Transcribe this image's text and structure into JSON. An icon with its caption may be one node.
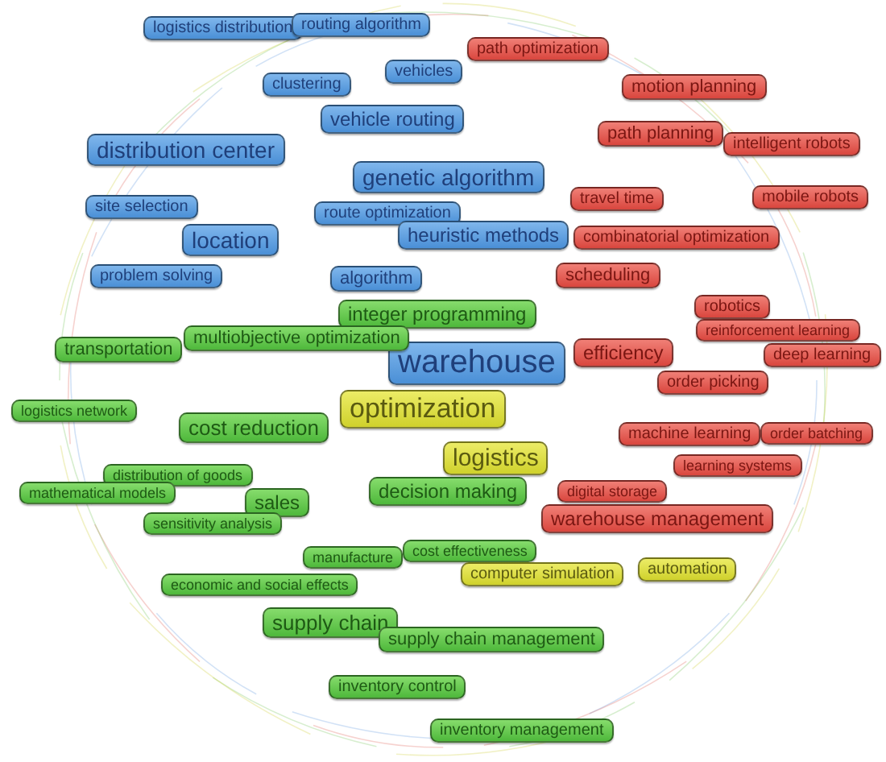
{
  "diagram": {
    "nodes": [
      {
        "text": [
          "logistics distribution"
        ]
      },
      {
        "text": [
          "routing algorithm"
        ]
      },
      {
        "text": [
          "clustering"
        ]
      },
      {
        "text": [
          "vehicles"
        ]
      },
      {
        "text": [
          "vehicle routing"
        ]
      },
      {
        "text": [
          "distribution center"
        ]
      },
      {
        "text": [
          "genetic algorithm"
        ]
      },
      {
        "text": [
          "site selection"
        ]
      },
      {
        "text": [
          "route optimization"
        ]
      },
      {
        "text": [
          "location"
        ]
      },
      {
        "text": [
          "heuristic methods"
        ]
      },
      {
        "text": [
          "problem solving"
        ]
      },
      {
        "text": [
          "algorithm"
        ]
      },
      {
        "text": [
          "warehouse"
        ]
      },
      {
        "text": [
          "integer programming"
        ]
      },
      {
        "text": [
          "multiobjective optimization"
        ]
      },
      {
        "text": [
          "transportation"
        ]
      },
      {
        "text": [
          "path optimization"
        ]
      },
      {
        "text": [
          "motion planning"
        ]
      },
      {
        "text": [
          "path planning"
        ]
      },
      {
        "text": [
          "intelligent robots"
        ]
      },
      {
        "text": [
          "travel time"
        ]
      },
      {
        "text": [
          "mobile robots"
        ]
      },
      {
        "text": [
          "combinatorial optimization"
        ]
      },
      {
        "text": [
          "scheduling"
        ]
      },
      {
        "text": [
          "robotics"
        ]
      },
      {
        "text": [
          "reinforcement learning"
        ]
      },
      {
        "text": [
          "deep learning"
        ]
      },
      {
        "text": [
          "efficiency"
        ]
      },
      {
        "text": [
          "order picking"
        ]
      },
      {
        "text": [
          "optimization"
        ]
      },
      {
        "text": [
          "logistics network"
        ]
      },
      {
        "text": [
          "cost reduction"
        ]
      },
      {
        "text": [
          "machine learning"
        ]
      },
      {
        "text": [
          "order batching"
        ]
      },
      {
        "text": [
          "learning systems"
        ]
      },
      {
        "text": [
          "logistics"
        ]
      },
      {
        "text": [
          "distribution of goods"
        ]
      },
      {
        "text": [
          "mathematical models"
        ]
      },
      {
        "text": [
          "sales"
        ]
      },
      {
        "text": [
          "decision making"
        ]
      },
      {
        "text": [
          "digital storage"
        ]
      },
      {
        "text": [
          "warehouse management"
        ]
      },
      {
        "text": [
          "sensitivity analysis"
        ]
      },
      {
        "text": [
          "manufacture"
        ]
      },
      {
        "text": [
          "cost effectiveness"
        ]
      },
      {
        "text": [
          "computer simulation"
        ]
      },
      {
        "text": [
          "automation"
        ]
      },
      {
        "text": [
          "economic and social effects"
        ]
      },
      {
        "text": [
          "supply chain"
        ]
      },
      {
        "text": [
          "supply chain management"
        ]
      },
      {
        "text": [
          "inventory control"
        ]
      },
      {
        "text": [
          "inventory management"
        ]
      }
    ]
  }
}
